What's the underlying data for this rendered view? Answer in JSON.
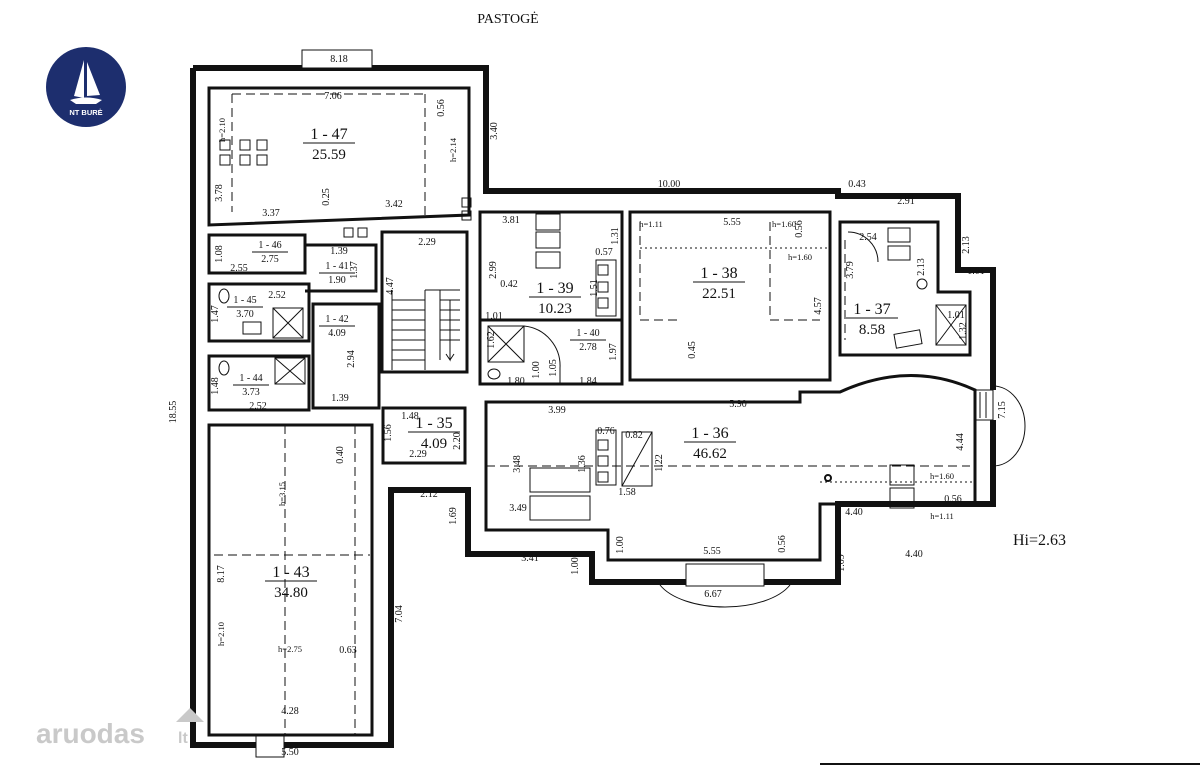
{
  "header": {
    "title": "PASTOGĖ"
  },
  "brand": {
    "logo_text": "NT BURĖ",
    "logo_color": "#1d2e6e"
  },
  "watermark": {
    "text": "aruodas",
    "suffix": "lt"
  },
  "height_note": "Hi=2.63",
  "rooms": [
    {
      "id": "1 - 47",
      "area": "25.59"
    },
    {
      "id": "1 - 46",
      "area": "2.75"
    },
    {
      "id": "1 - 41",
      "area": "1.90"
    },
    {
      "id": "1 - 45",
      "area": "3.70"
    },
    {
      "id": "1 - 42",
      "area": "4.09"
    },
    {
      "id": "1 - 44",
      "area": "3.73"
    },
    {
      "id": "1 - 39",
      "area": "10.23"
    },
    {
      "id": "1 - 40",
      "area": "2.78"
    },
    {
      "id": "1 - 38",
      "area": "22.51"
    },
    {
      "id": "1 - 37",
      "area": "8.58"
    },
    {
      "id": "1 - 35",
      "area": "4.09"
    },
    {
      "id": "1 - 36",
      "area": "46.62"
    },
    {
      "id": "1 - 43",
      "area": "34.80"
    }
  ],
  "dimensions": [
    "8.18",
    "7.06",
    "0.56",
    "3.40",
    "h=2.10",
    "h=2.14",
    "3.78",
    "0.25",
    "3.42",
    "3.37",
    "1.08",
    "2.55",
    "1.39",
    "1.37",
    "2.29",
    "4.47",
    "2.52",
    "1.47",
    "2.94",
    "1.48",
    "2.52",
    "1.39",
    "18.55",
    "0.40",
    "3.81",
    "1.31",
    "2.99",
    "0.57",
    "0.42",
    "1.51",
    "1.01",
    "1.62",
    "1.00",
    "1.05",
    "1.80",
    "1.84",
    "1.97",
    "h=1.11",
    "5.55",
    "h=1.60",
    "0.56",
    "h=1.60",
    "4.57",
    "0.45",
    "10.00",
    "0.43",
    "2.91",
    "2.13",
    "1.01",
    "2.54",
    "3.79",
    "2.13",
    "1.01",
    "1.32",
    "3.99",
    "5.90",
    "1.48",
    "1.56",
    "2.20",
    "2.29",
    "0.76",
    "0.82",
    "1.36",
    "3.48",
    "1.22",
    "1.58",
    "4.44",
    "7.15",
    "h=1.60",
    "0.56",
    "4.40",
    "h=1.11",
    "3.49",
    "2.12",
    "1.69",
    "3.41",
    "1.00",
    "1.00",
    "5.55",
    "0.56",
    "1.09",
    "4.40",
    "6.67",
    "8.17",
    "h=3.15",
    "h=2.10",
    "h=2.75",
    "0.63",
    "7.04",
    "4.28",
    "5.50"
  ]
}
